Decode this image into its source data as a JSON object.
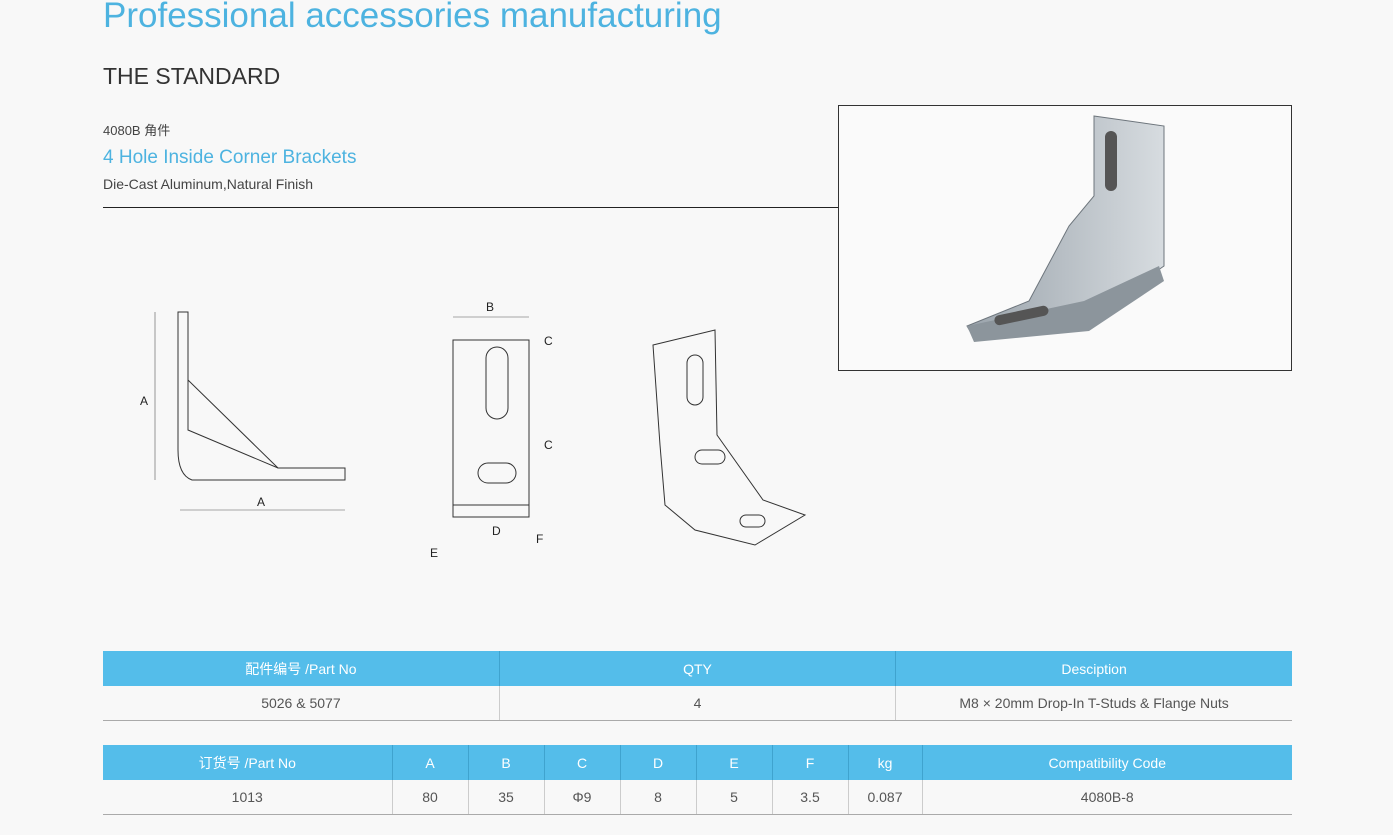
{
  "header": {
    "title": "Professional accessories manufacturing",
    "section": "THE STANDARD"
  },
  "product": {
    "code": "4080B 角件",
    "name": "4 Hole Inside Corner Brackets",
    "material": "Die-Cast Aluminum,Natural Finish"
  },
  "drawing_labels": {
    "a": "A",
    "b": "B",
    "c": "C",
    "d": "D",
    "e": "E",
    "f": "F"
  },
  "table1": {
    "headers": [
      "配件编号 /Part No",
      "QTY",
      "Desciption"
    ],
    "row": [
      "5026 & 5077",
      "4",
      "M8 × 20mm Drop-In T-Studs & Flange Nuts"
    ]
  },
  "table2": {
    "headers": [
      "订货号 /Part No",
      "A",
      "B",
      "C",
      "D",
      "E",
      "F",
      "kg",
      "Compatibility Code"
    ],
    "row": [
      "1013",
      "80",
      "35",
      "Φ9",
      "8",
      "5",
      "3.5",
      "0.087",
      "4080B-8"
    ]
  },
  "colors": {
    "accent": "#4db3e0",
    "table_header": "#54bdea"
  }
}
